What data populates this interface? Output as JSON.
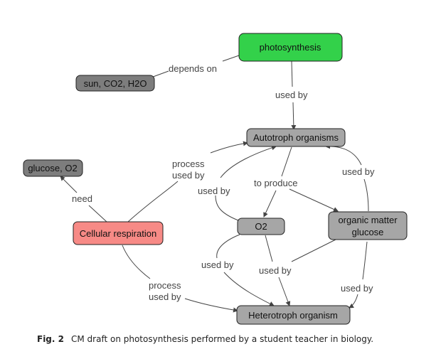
{
  "figure": {
    "caption_label": "Fig. 2",
    "caption_text": "CM draft on photosynthesis performed by a student teacher in biology."
  },
  "colors": {
    "photosynthesis": "#33d14a",
    "respiration": "#f78a86",
    "dark_gray": "#7d7d7d",
    "light_gray": "#a6a6a6",
    "edge": "#444444"
  },
  "nodes": {
    "photosynthesis": {
      "label": "photosynthesis"
    },
    "resources": {
      "label": "sun,  CO2,  H2O"
    },
    "autotroph": {
      "label": "Autotroph  organisms"
    },
    "glucose_o2": {
      "label": "glucose,  O2"
    },
    "respiration": {
      "label": "Cellular  respiration"
    },
    "o2": {
      "label": "O2"
    },
    "organic": {
      "label_line1": "organic matter",
      "label_line2": "glucose"
    },
    "heterotroph": {
      "label": "Heterotroph  organism"
    }
  },
  "edges": {
    "depends_on": "depends on",
    "used_by_photo_auto": "used by",
    "process_used_by_resp_auto_1": "process",
    "process_used_by_resp_auto_2": "used by",
    "need": "need",
    "used_by_o2_auto": "used by",
    "to_produce": "to produce",
    "used_by_organic_auto": "used by",
    "used_by_o2_hetero": "used by",
    "used_by_organic_hetero_mid": "used by",
    "used_by_organic_hetero_right": "used by",
    "process_used_by_resp_hetero_1": "process",
    "process_used_by_resp_hetero_2": "used by"
  }
}
